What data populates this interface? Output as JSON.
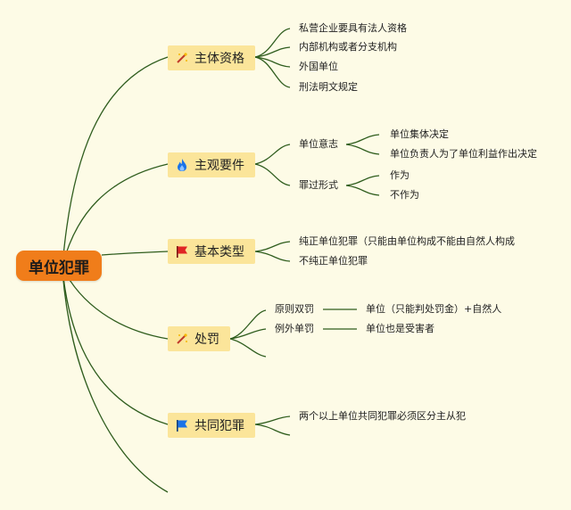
{
  "root": {
    "label": "单位犯罪"
  },
  "topics": [
    {
      "label": "主体资格",
      "icon": "sparkle-wand-icon",
      "leaves": [
        "私营企业要具有法人资格",
        "内部机构或者分支机构",
        "外国单位",
        "刑法明文规定"
      ]
    },
    {
      "label": "主观要件",
      "icon": "flame-icon",
      "groups": [
        {
          "label": "单位意志",
          "children": [
            "单位集体决定",
            "单位负责人为了单位利益作出决定"
          ]
        },
        {
          "label": "罪过形式",
          "children": [
            "作为",
            "不作为"
          ]
        }
      ]
    },
    {
      "label": "基本类型",
      "icon": "red-flag-icon",
      "leaves": [
        "纯正单位犯罪（只能由单位构成不能由自然人构成",
        "不纯正单位犯罪"
      ]
    },
    {
      "label": "处罚",
      "icon": "sparkle-wand-icon",
      "groups": [
        {
          "label": "原则双罚",
          "children": [
            "单位（只能判处罚金）+自然人"
          ]
        },
        {
          "label": "例外单罚",
          "children": [
            "单位也是受害者"
          ]
        }
      ]
    },
    {
      "label": "共同犯罪",
      "icon": "blue-flag-icon",
      "leaves": [
        "两个以上单位共同犯罪必须区分主从犯"
      ]
    }
  ],
  "colors": {
    "line": "#2f5d1e",
    "root_fill": "#f07d1a",
    "topic_fill": "#fbe59a",
    "background": "#fdfbe6"
  }
}
